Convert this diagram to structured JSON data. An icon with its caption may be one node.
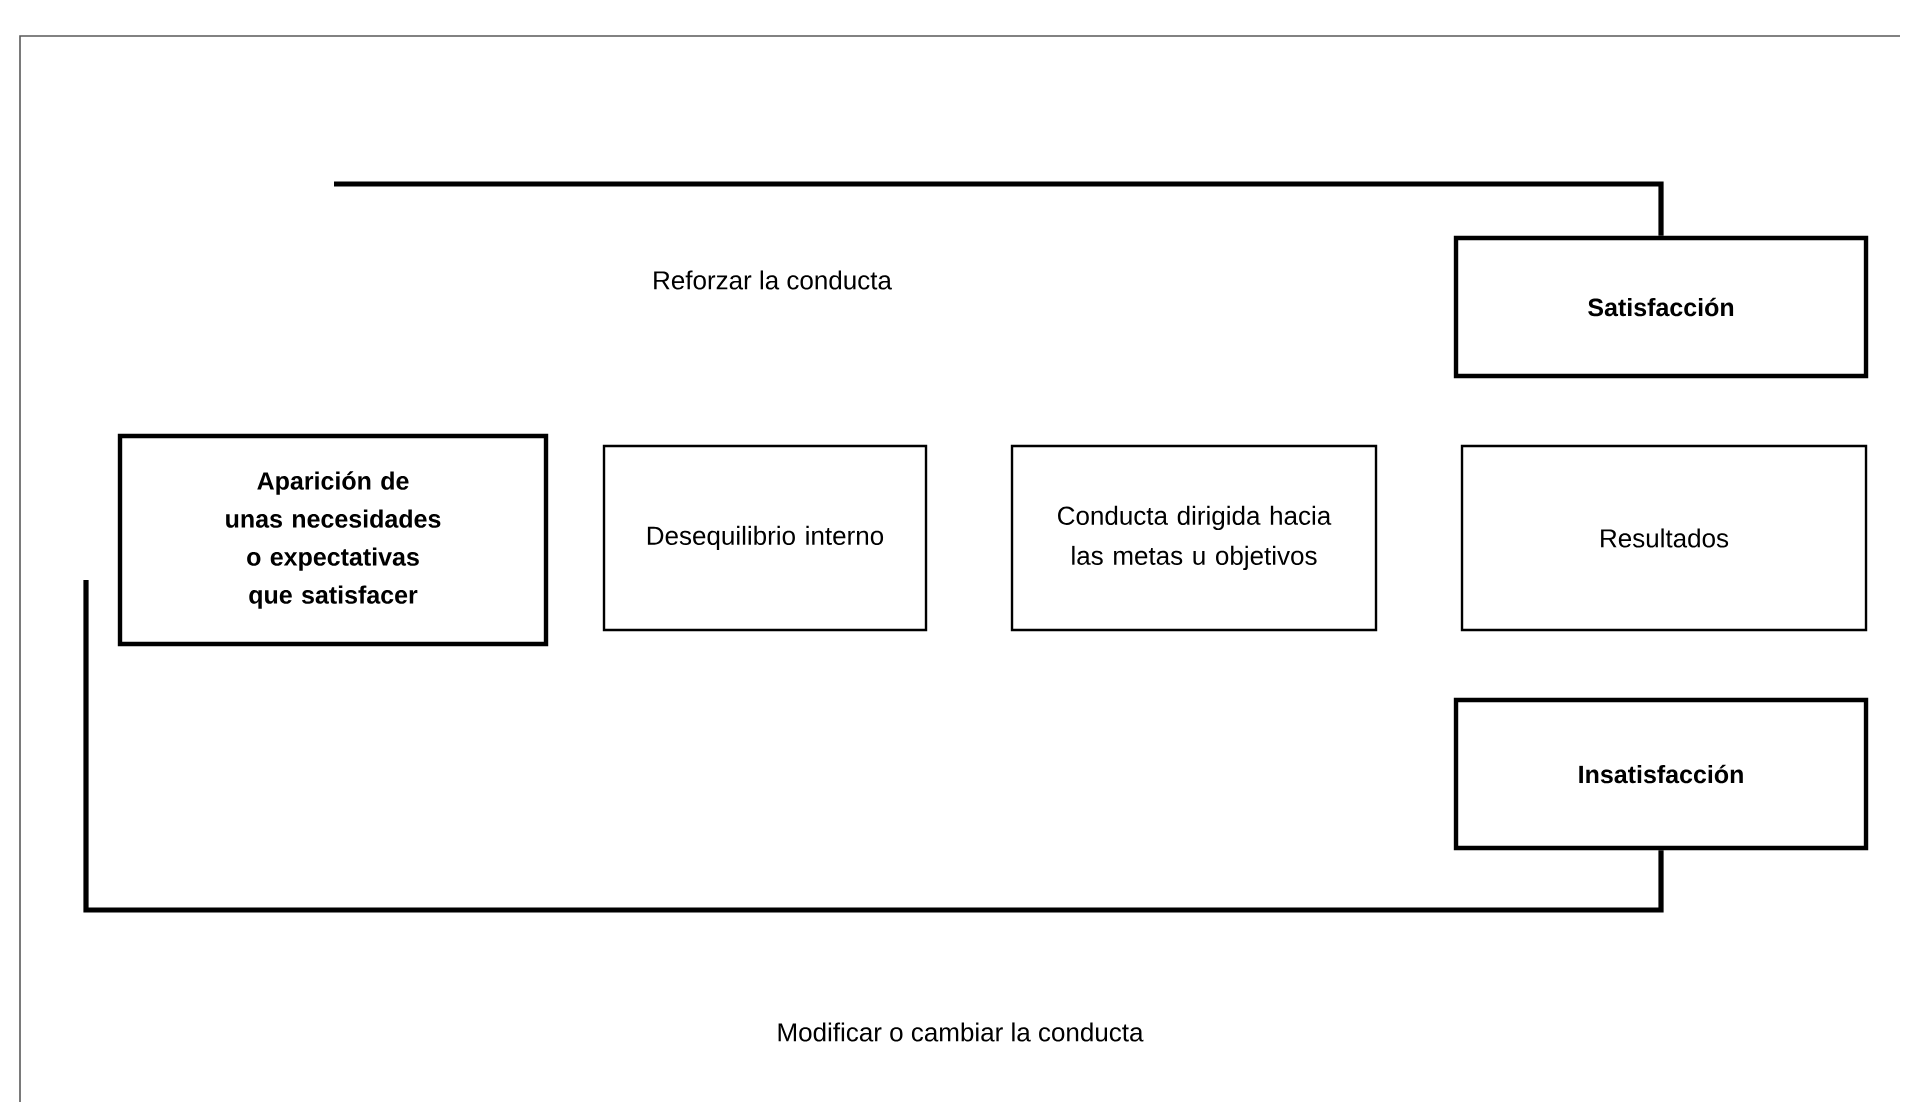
{
  "diagram": {
    "nodes": [
      {
        "text": [
          "Aparición de unas necesidades o expectativas que satisfacer"
        ]
      },
      {
        "text": [
          "Desequilibrio interno"
        ]
      },
      {
        "text": [
          "Conducta dirigida hacia las metas u objetivos"
        ]
      },
      {
        "text": [
          "Resultados"
        ]
      },
      {
        "text": [
          "Satisfacción"
        ]
      },
      {
        "text": [
          "Insatisfacción"
        ]
      }
    ],
    "edges": [
      {
        "from": 4,
        "to": null,
        "arrow": "none",
        "label": "Reforzar la conducta"
      },
      {
        "from": 5,
        "to": null,
        "arrow": "none",
        "label": "Modificar o cambiar la conducta"
      }
    ]
  }
}
